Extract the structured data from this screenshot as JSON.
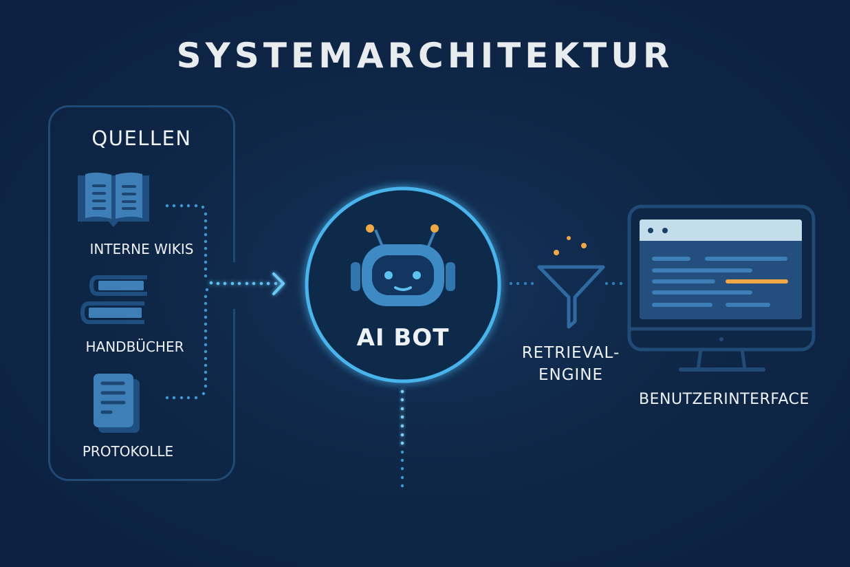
{
  "title": "SYSTEMARCHITEKTUR",
  "sources": {
    "heading": "QUELLEN",
    "items": [
      {
        "label": "INTERNE WIKIS",
        "icon": "open-book-icon"
      },
      {
        "label": "HANDBÜCHER",
        "icon": "book-stack-icon"
      },
      {
        "label": "PROTOKOLLE",
        "icon": "document-icon"
      }
    ]
  },
  "bot": {
    "label": "AI BOT",
    "icon": "robot-icon"
  },
  "retrieval": {
    "line1": "RETRIEVAL-",
    "line2": "ENGINE",
    "icon": "funnel-icon"
  },
  "interface": {
    "label": "BENUTZERINTERFACE",
    "icon": "monitor-icon"
  },
  "colors": {
    "background": "#0f2747",
    "panel_border": "#214a76",
    "icon_fill": "#3e7fb8",
    "glow_ring": "#49b3ec",
    "connector_dots": "#3b9ad6",
    "accent_orange": "#f0a847",
    "text": "#eef2f5"
  }
}
